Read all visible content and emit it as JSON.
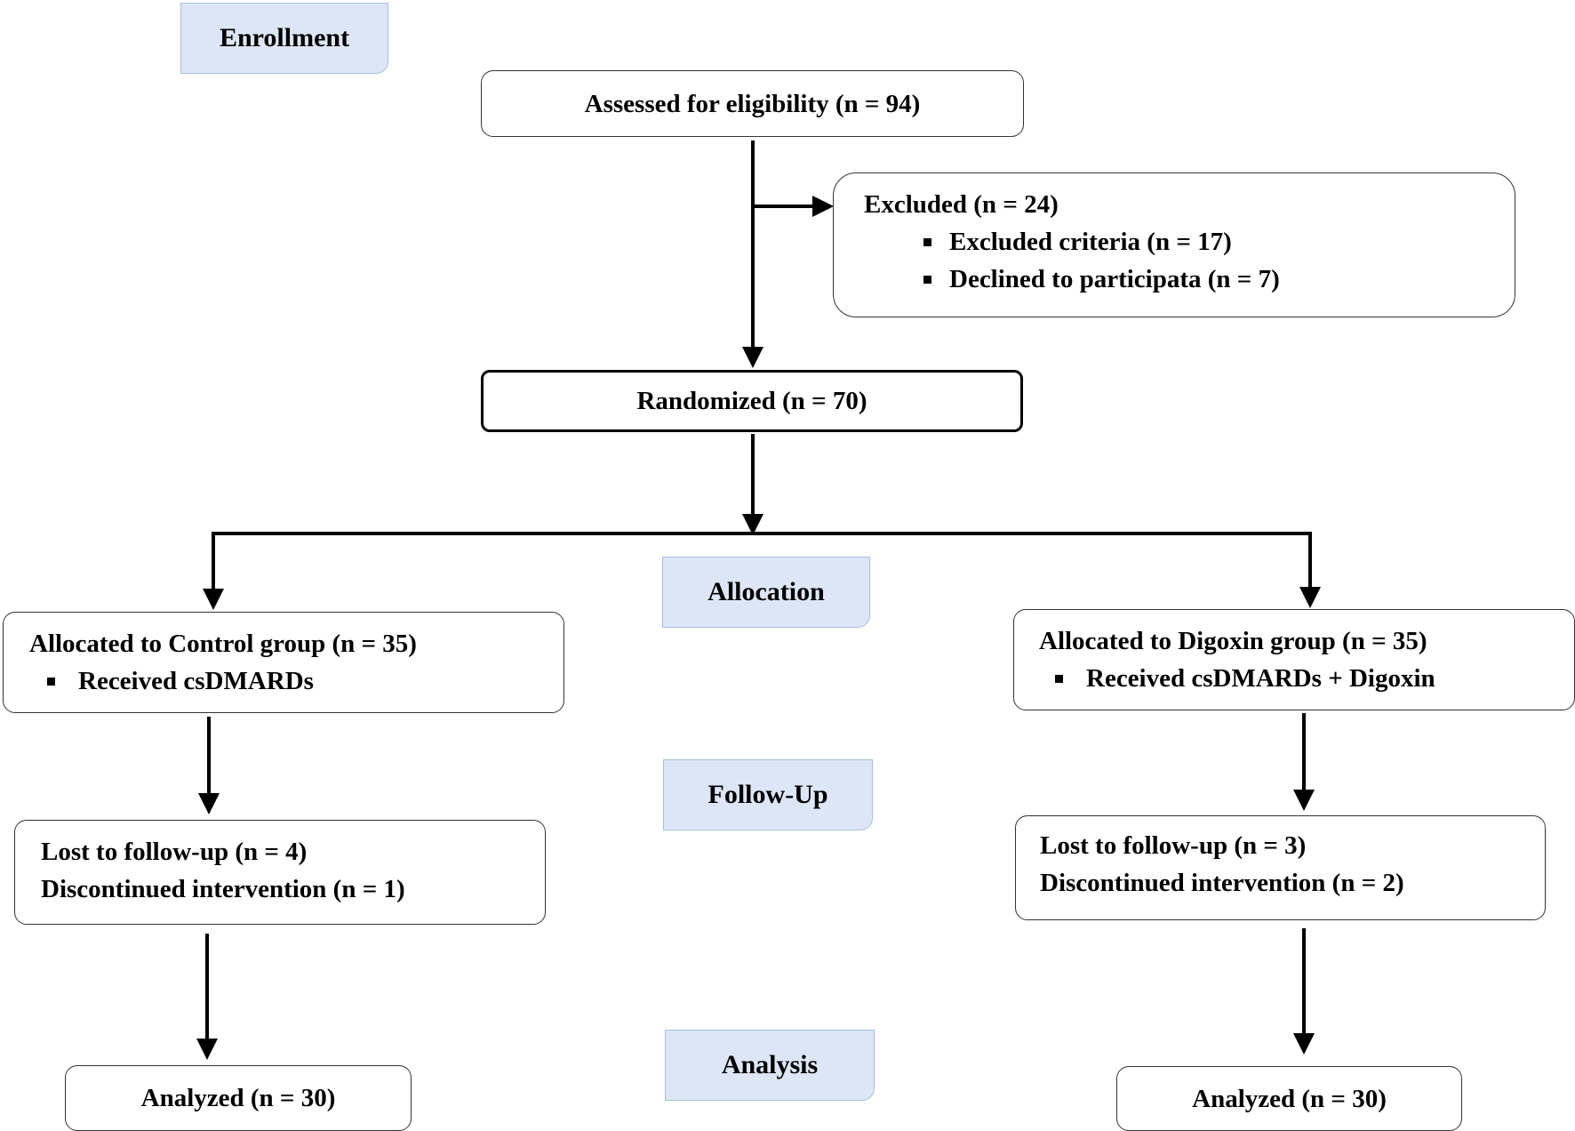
{
  "stages": {
    "enrollment": "Enrollment",
    "allocation": "Allocation",
    "follow_up": "Follow-Up",
    "analysis": "Analysis"
  },
  "assessed": "Assessed for eligibility (n = 94)",
  "excluded": {
    "title": "Excluded (n = 24)",
    "items": [
      "Excluded criteria (n = 17)",
      "Declined to participata (n = 7)"
    ]
  },
  "randomized": "Randomized (n = 70)",
  "control": {
    "allocated": "Allocated to Control group (n = 35)",
    "received": "Received csDMARDs",
    "lost": "Lost to follow-up (n = 4)",
    "discontinued": "Discontinued intervention (n = 1)",
    "analyzed": "Analyzed (n = 30)"
  },
  "digoxin": {
    "allocated": "Allocated to Digoxin group (n = 35)",
    "received": "Received csDMARDs + Digoxin",
    "lost": "Lost to follow-up (n = 3)",
    "discontinued": "Discontinued intervention (n = 2)",
    "analyzed": "Analyzed (n = 30)"
  },
  "colors": {
    "stage_fill": "#dde6f6",
    "stage_border": "#a8bedf",
    "line": "#000000"
  }
}
